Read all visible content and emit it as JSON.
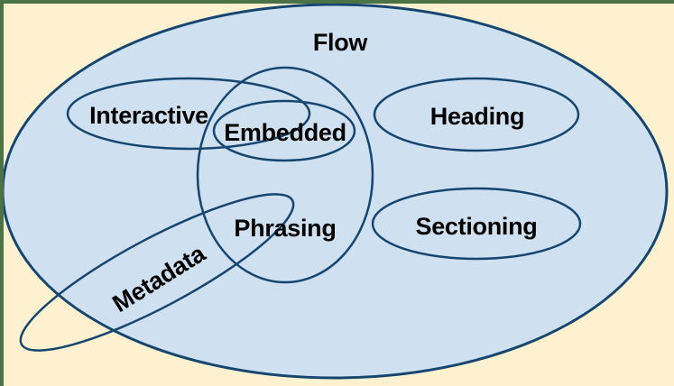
{
  "diagram": {
    "labels": {
      "flow": "Flow",
      "interactive": "Interactive",
      "embedded": "Embedded",
      "heading": "Heading",
      "phrasing": "Phrasing",
      "sectioning": "Sectioning",
      "metadata": "Metadata"
    },
    "colors": {
      "page_background": "#FDF1CF",
      "frame_border": "#4B7245",
      "set_fill": "#CFE0F1",
      "ellipse_stroke": "#16466F",
      "label_text": "#000000"
    }
  }
}
